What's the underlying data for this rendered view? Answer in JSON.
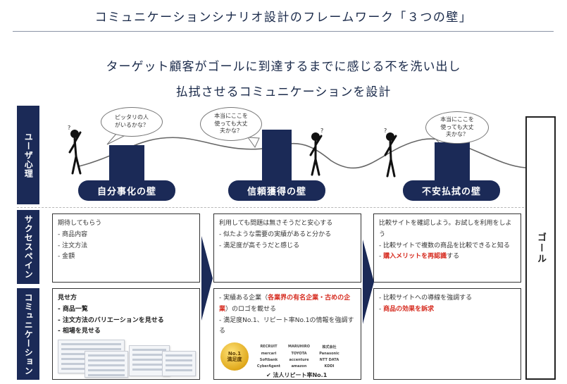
{
  "header": {
    "title": "コミュニケーションシナリオ設計のフレームワーク「３つの壁」",
    "line1": "ターゲット顧客がゴールに到達するまでに感じる不を洗い出し",
    "line2": "払拭させるコミュニケーションを設計"
  },
  "sides": {
    "user": "ユーザ心理",
    "pain": "サクセスペイン",
    "comm": "コミュニケーション"
  },
  "goal": "ゴール",
  "walls": [
    {
      "label": "自分事化の壁",
      "bubble": [
        "ピッタリの人",
        "がいるかな？"
      ]
    },
    {
      "label": "信頼獲得の壁",
      "bubble": [
        "本当にここを",
        "使っても大丈",
        "夫かな？"
      ]
    },
    {
      "label": "不安払拭の壁",
      "bubble": [
        "本当にここを",
        "使っても大丈",
        "夫かな？"
      ]
    }
  ],
  "pain": {
    "p1": {
      "head": "期待してもらう",
      "items": [
        "- 商品内容",
        "- 注文方法",
        "- 金額"
      ]
    },
    "p2": {
      "head": "利用しても問題は無さそうだと安心する",
      "items": [
        "- 似たような需要の実績があると分かる",
        "- 満足度が高そうだと感じる"
      ]
    },
    "p3": {
      "head": "比較サイトを確認しよう。お試しを利用をしよう",
      "items": [
        "- 比較サイトで複数の商品を比較できると知る"
      ],
      "red_prefix": "- ",
      "red": "購入メリットを再認識",
      "red_suffix": "する"
    }
  },
  "comm": {
    "c1": {
      "head": "見せ方",
      "items": [
        "- 商品一覧",
        "- 注文方法のバリエーションを見せる",
        "- 相場を見せる"
      ]
    },
    "c2": {
      "a_prefix": "- 実績ある企業（",
      "a_red": "各業界の有名企業・古めの企業",
      "a_suffix": "）のロゴを載せる",
      "b": "- 満足度No.1、リピート率No.1の情報を強調する",
      "medal_top": "No.1",
      "medal_bottom": "満足度",
      "logos": [
        "RECRUIT",
        "MARUHIRO",
        "株式会社",
        "mercari",
        "TOYOTA",
        "Panasonic",
        "Softbank",
        "accenture",
        "NTT DATA",
        "CyberAgent",
        "amazon",
        "KDDI"
      ],
      "caption": "✔ 法人リピート率No.1"
    },
    "c3": {
      "a": "- 比較サイトへの導線を強調する",
      "red_prefix": "- ",
      "red": "商品の効果を訴求"
    }
  },
  "colors": {
    "navy": "#1b2a57",
    "red": "#d62b1f"
  }
}
